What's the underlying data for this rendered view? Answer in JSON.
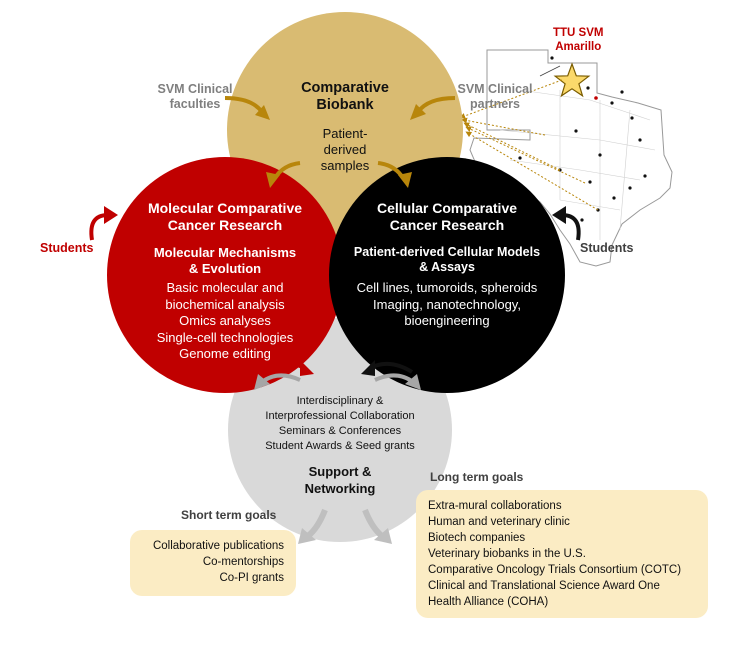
{
  "colors": {
    "biobank": "#d9bb72",
    "molecular": "#c00000",
    "cellular": "#000000",
    "support": "#d9d9d9",
    "gold_arrow": "#b8860b",
    "goal_box": "#fbecc4",
    "label_red": "#c00000",
    "label_gray": "#7f7f7f"
  },
  "map": {
    "label_line1": "TTU SVM",
    "label_line2": "Amarillo"
  },
  "biobank": {
    "title_line1": "Comparative",
    "title_line2": "Biobank",
    "sub_line1": "Patient-",
    "sub_line2": "derived",
    "sub_line3": "samples"
  },
  "side_labels": {
    "faculties_line1": "SVM Clinical",
    "faculties_line2": "faculties",
    "partners_line1": "SVM Clinical",
    "partners_line2": "partners",
    "students_left": "Students",
    "students_right": "Students"
  },
  "molecular": {
    "title_line1": "Molecular Comparative",
    "title_line2": "Cancer Research",
    "sub_line1": "Molecular Mechanisms",
    "sub_line2": "& Evolution",
    "items": [
      "Basic molecular and",
      "biochemical analysis",
      "Omics analyses",
      "Single-cell technologies",
      "Genome editing"
    ]
  },
  "cellular": {
    "title_line1": "Cellular Comparative",
    "title_line2": "Cancer Research",
    "sub_line1": "Patient-derived Cellular Models",
    "sub_line2": "& Assays",
    "items": [
      "Cell lines, tumoroids, spheroids",
      "Imaging, nanotechnology,",
      "bioengineering"
    ]
  },
  "support": {
    "items": [
      "Interdisciplinary &",
      "Interprofessional Collaboration",
      "Seminars & Conferences",
      "Student Awards & Seed grants"
    ],
    "title_line1": "Support &",
    "title_line2": "Networking"
  },
  "short_term": {
    "title": "Short term goals",
    "items": [
      "Collaborative publications",
      "Co-mentorships",
      "Co-PI grants"
    ]
  },
  "long_term": {
    "title": "Long term goals",
    "items": [
      "Extra-mural collaborations",
      "Human and veterinary clinic",
      "Biotech companies",
      "Veterinary biobanks in the U.S.",
      "Comparative Oncology Trials Consortium (COTC)",
      "Clinical and Translational Science Award One",
      "Health Alliance (COHA)"
    ]
  }
}
